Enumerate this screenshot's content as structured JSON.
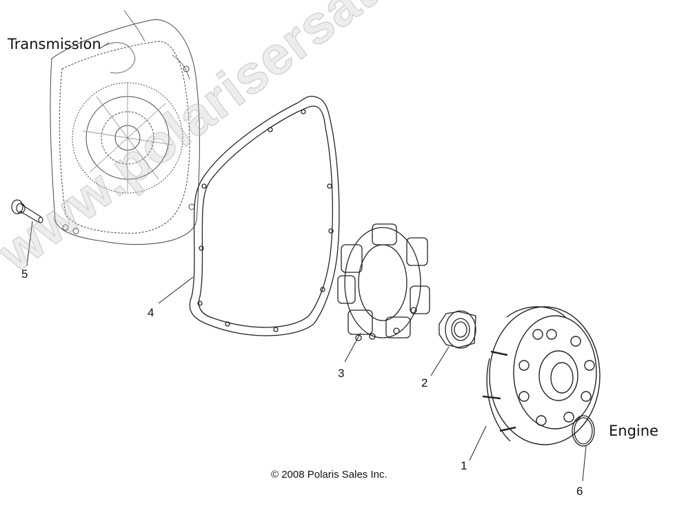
{
  "labels": {
    "transmission": "Transmission",
    "engine": "Engine"
  },
  "callouts": [
    {
      "id": "1",
      "text": "1"
    },
    {
      "id": "2",
      "text": "2"
    },
    {
      "id": "3",
      "text": "3"
    },
    {
      "id": "4",
      "text": "4"
    },
    {
      "id": "5",
      "text": "5"
    },
    {
      "id": "6",
      "text": "6"
    }
  ],
  "parts": [
    {
      "number": "1",
      "name": "clutch-hub"
    },
    {
      "number": "2",
      "name": "nut"
    },
    {
      "number": "3",
      "name": "coupler-damper"
    },
    {
      "number": "4",
      "name": "gasket"
    },
    {
      "number": "5",
      "name": "bolt"
    },
    {
      "number": "6",
      "name": "retaining-ring"
    }
  ],
  "copyright": "© 2008 Polaris Sales Inc.",
  "watermark": "www.polarisersatzteile.de"
}
